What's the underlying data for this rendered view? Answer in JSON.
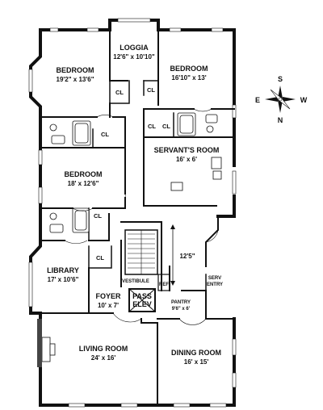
{
  "rooms": {
    "loggia": {
      "name": "LOGGIA",
      "size": "12'6\" x 10'10\""
    },
    "bedroom1": {
      "name": "BEDROOM",
      "size": "19'2\" x 13'6\""
    },
    "bedroom2": {
      "name": "BEDROOM",
      "size": "16'10\" x 13'"
    },
    "bedroom3": {
      "name": "BEDROOM",
      "size": "18' x 12'6\""
    },
    "servants_room": {
      "name": "SERVANT'S ROOM",
      "size": "16' x 6'"
    },
    "library": {
      "name": "LIBRARY",
      "size": "17' x 10'6\""
    },
    "foyer": {
      "name": "FOYER",
      "size": "10' x 7'"
    },
    "living_room": {
      "name": "LIVING ROOM",
      "size": "24' x 16'"
    },
    "dining_room": {
      "name": "DINING ROOM",
      "size": "16' x 15'"
    },
    "pantry": {
      "name": "PANTRY",
      "size": "9'6\" x 6'"
    }
  },
  "labels": {
    "closet": "CL",
    "vestibule": "VESTIBULE",
    "pass_elev_1": "PASS",
    "pass_elev_2": "ELEV",
    "ref": "REF",
    "serv_entry_1": "SERV",
    "serv_entry_2": "ENTRY",
    "stair_dim": "12'5\""
  },
  "compass": {
    "north": "N",
    "south": "S",
    "east": "E",
    "west": "W"
  }
}
